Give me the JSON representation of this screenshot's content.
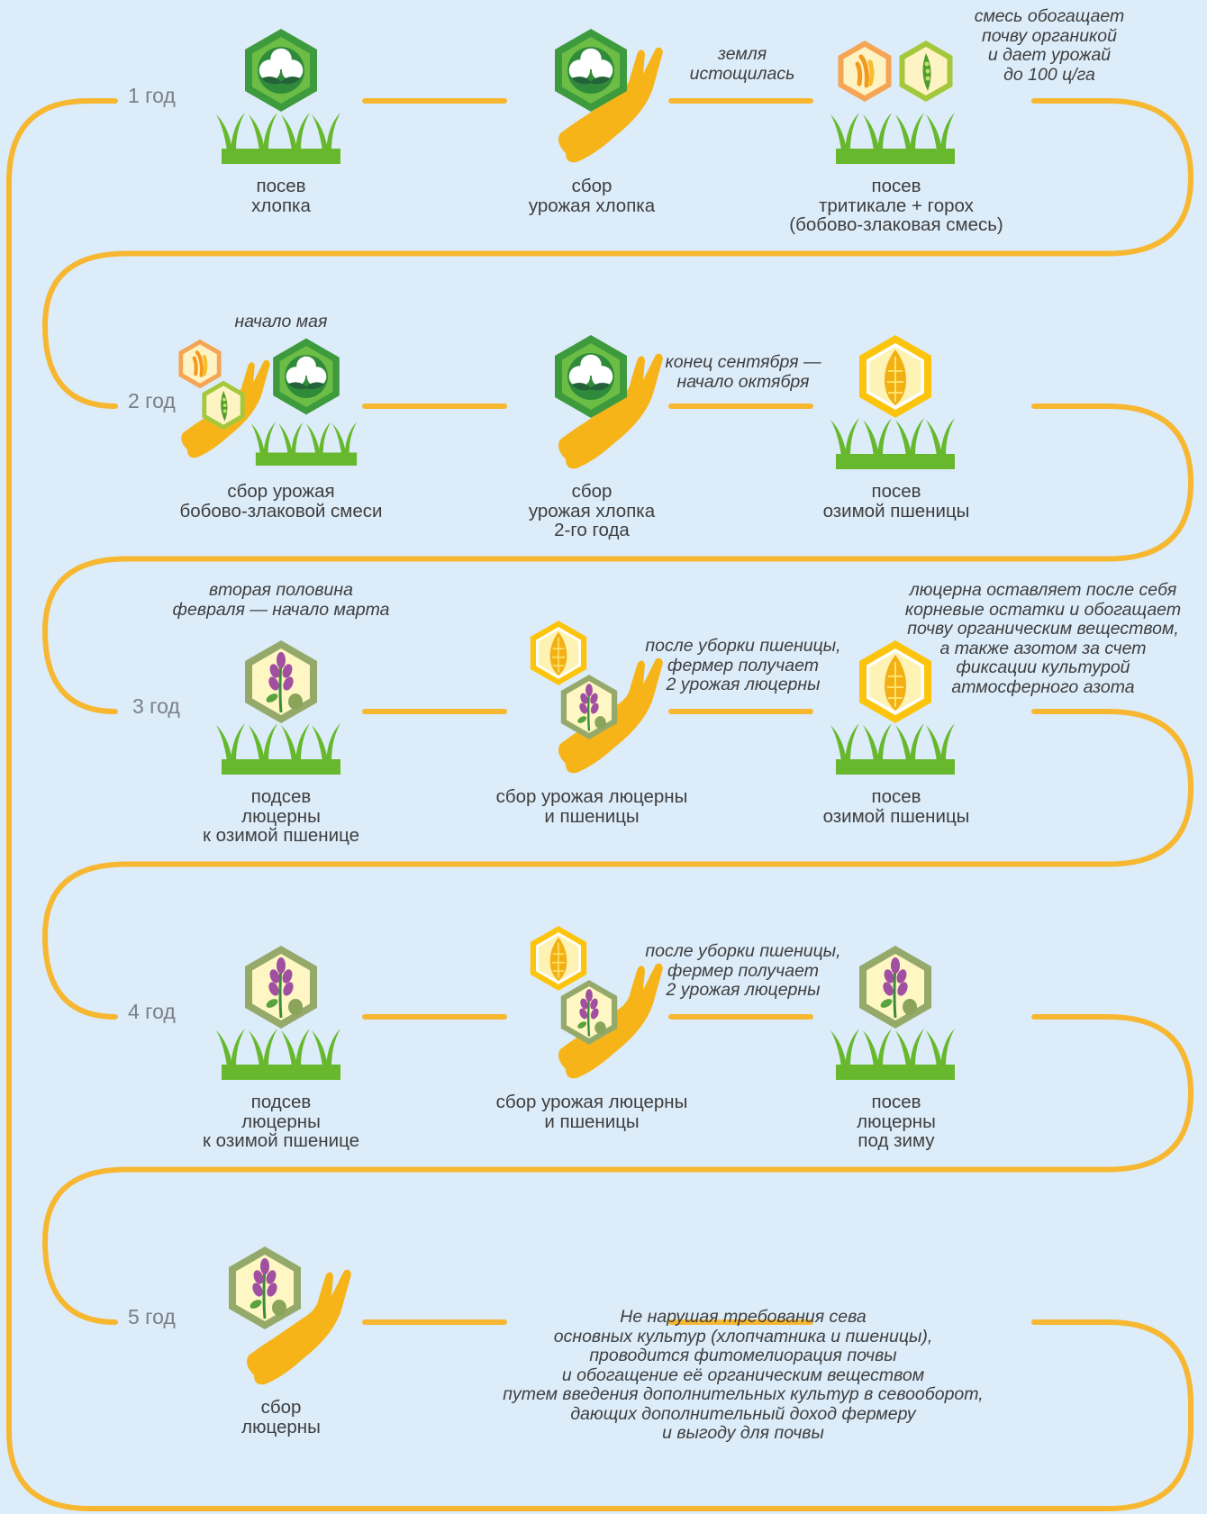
{
  "years": [
    "1 год",
    "2 год",
    "3 год",
    "4 год",
    "5 год"
  ],
  "stages": [
    {
      "caption": "посев\nхлопка",
      "icon": "cotton-sowing-icon"
    },
    {
      "caption": "сбор\nурожая хлопка",
      "icon": "cotton-harvest-icon"
    },
    {
      "caption": "посев\nтритикале + горох\n(бобово-злаковая смесь)",
      "icon": "triticale-pea-sowing-icon"
    },
    {
      "caption": "сбор урожая\nбобово-злаковой смеси",
      "icon": "mix-harvest-cotton-sowing-icon"
    },
    {
      "caption": "сбор\nурожая хлопка\n2-го года",
      "icon": "cotton-harvest-icon"
    },
    {
      "caption": "посев\nозимой пшеницы",
      "icon": "wheat-sowing-icon"
    },
    {
      "caption": "подсев\nлюцерны\nк озимой пшенице",
      "icon": "alfalfa-sowing-icon"
    },
    {
      "caption": "сбор урожая люцерны\nи пшеницы",
      "icon": "wheat-alfalfa-harvest-icon"
    },
    {
      "caption": "посев\nозимой пшеницы",
      "icon": "wheat-sowing-icon"
    },
    {
      "caption": "подсев\nлюцерны\nк озимой пшенице",
      "icon": "alfalfa-sowing-icon"
    },
    {
      "caption": "сбор урожая люцерны\nи пшеницы",
      "icon": "wheat-alfalfa-harvest-icon"
    },
    {
      "caption": "посев\nлюцерны\nпод зиму",
      "icon": "alfalfa-sowing-icon"
    },
    {
      "caption": "сбор\nлюцерны",
      "icon": "alfalfa-harvest-icon"
    }
  ],
  "notes": {
    "soil_depleted": "земля\nистощилась",
    "mix_enriches": "смесь обогащает\nпочву органикой\nи дает урожай\nдо 100 ц/га",
    "early_may": "начало мая",
    "late_sept": "конец сентября —\nначало октября",
    "late_feb": "вторая половина\nфевраля — начало марта",
    "after_wheat_3": "после уборки пшеницы,\nфермер получает\n2 урожая люцерны",
    "alfalfa_leaves": "люцерна оставляет после себя\nкорневые остатки и обогащает\nпочву органическим веществом,\nа также азотом за счет\nфиксации культурой\nатмосферного азота",
    "after_wheat_4": "после уборки пшеницы,\nфермер получает\n2 урожая люцерны",
    "conclusion": "Не нарушая требования сева\nосновных культур (хлопчатника и пшеницы),\nпроводится фитомелиорация почвы\nи обогащение её органическим веществом\nпутем введения дополнительных культур в севооборот,\nдающих дополнительный доход фермеру\nи выгоду для почвы"
  },
  "colors": {
    "background": "#dcecf9",
    "path": "#f7b731",
    "cotton_outer": "#3d9a3d",
    "cotton_mid": "#6cbd45",
    "grass": "#68b82e",
    "wheat_hex": "#fdc40d",
    "wheat_grain": "#f3b015",
    "alfalfa_hex": "#95a96a",
    "alfalfa_inner": "#fef7c4",
    "alfalfa_flower": "#a14fa0",
    "hand": "#f6b419",
    "triticale_hex": "#f5a554",
    "pea_hex": "#a4c73c"
  }
}
